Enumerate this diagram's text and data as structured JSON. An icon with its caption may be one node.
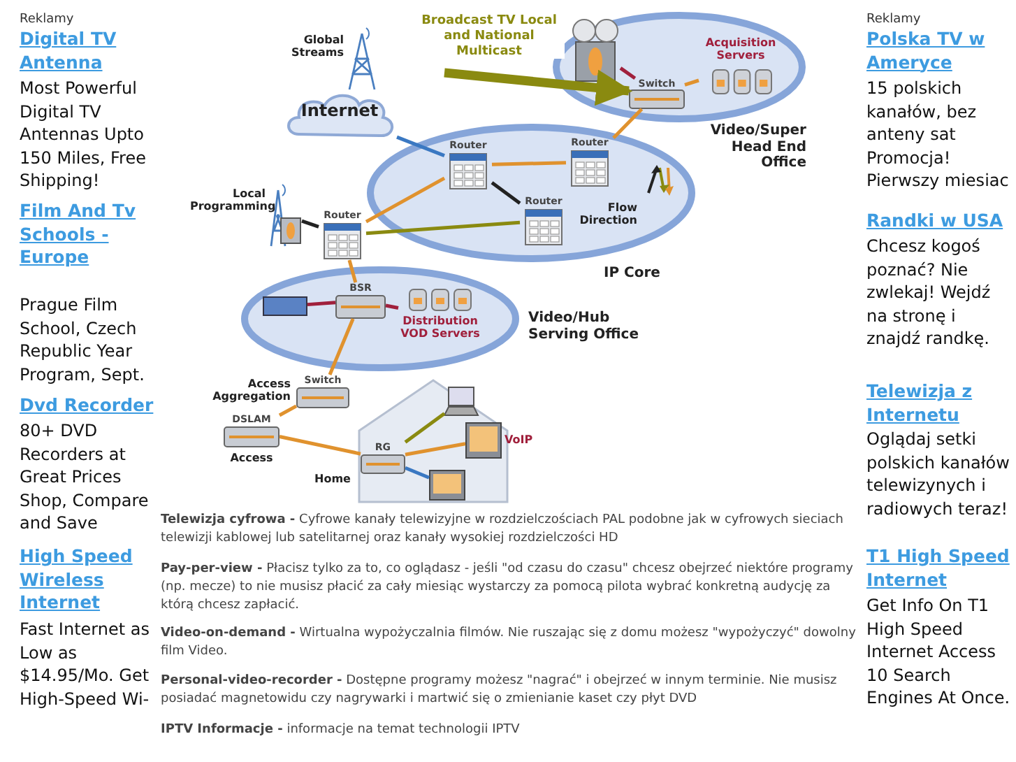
{
  "diagram": {
    "nodes": [
      {
        "text": [
          "Global Streams",
          "Internet"
        ]
      },
      {
        "text": [
          "Video/Super Head End Office"
        ]
      },
      {
        "text": [],
        "shape": "picture",
        "in": 1
      },
      {
        "text": [
          "Switch"
        ],
        "in": 1
      },
      {
        "text": [
          "Acquisition Servers"
        ],
        "in": 1
      },
      {
        "text": [
          "IP Core"
        ]
      },
      {
        "text": [
          "Router"
        ],
        "in": 5
      },
      {
        "text": [
          "Router"
        ],
        "in": 5
      },
      {
        "text": [
          "Router"
        ],
        "in": 5
      },
      {
        "text": [
          "Router"
        ]
      },
      {
        "text": [],
        "shape": "picture",
        "beside": [
          "Local Programming"
        ]
      },
      {
        "text": [
          "Video/Hub Serving Office"
        ]
      },
      {
        "text": [],
        "shape": "box",
        "in": 11
      },
      {
        "text": [
          "BSR"
        ],
        "in": 11
      },
      {
        "text": [
          "Distribution VOD Servers"
        ],
        "in": 11
      },
      {
        "text": [
          "Switch"
        ],
        "beside": [
          "Access Aggregation"
        ]
      },
      {
        "text": [
          "DSLAM"
        ],
        "beside": [
          "Access"
        ]
      },
      {
        "text": [],
        "shape": "picture",
        "beside": [
          "Home"
        ]
      },
      {
        "text": [
          "RG"
        ],
        "in": 17
      },
      {
        "text": [],
        "shape": "picture",
        "in": 17
      },
      {
        "text": [],
        "shape": "picture",
        "in": 17,
        "beside": [
          "VoIP"
        ]
      },
      {
        "text": [],
        "shape": "picture",
        "in": 17
      }
    ],
    "edges": [
      {
        "from": 0,
        "to": 6,
        "arrow": "none",
        "color": "#3a78c2"
      },
      {
        "from": 2,
        "to": 3,
        "arrow": "none",
        "color": "#a0203c"
      },
      {
        "from": 3,
        "to": 4,
        "arrow": "none"
      },
      {
        "from": null,
        "to": 3,
        "arrow": "to",
        "label": "Broadcast TV Local and National Multicast",
        "style": "thick",
        "color": "#8a8a10"
      },
      {
        "from": 3,
        "to": 7,
        "arrow": "none"
      },
      {
        "from": 6,
        "to": 7,
        "arrow": "none"
      },
      {
        "from": 6,
        "to": 8,
        "arrow": "none",
        "color": "#222222"
      },
      {
        "from": 6,
        "to": 9,
        "arrow": "none"
      },
      {
        "from": 9,
        "to": 8,
        "arrow": "none",
        "color": "#8a8a10"
      },
      {
        "from": 10,
        "to": 9,
        "arrow": "none",
        "color": "#222222"
      },
      {
        "from": 9,
        "to": 13,
        "arrow": "none"
      },
      {
        "from": 12,
        "to": 13,
        "arrow": "none",
        "color": "#a0203c"
      },
      {
        "from": 13,
        "to": 14,
        "arrow": "none",
        "color": "#a0203c"
      },
      {
        "from": 13,
        "to": 15,
        "arrow": "none"
      },
      {
        "from": 15,
        "to": 16,
        "arrow": "none"
      },
      {
        "from": 16,
        "to": 18,
        "arrow": "none"
      },
      {
        "from": 18,
        "to": 19,
        "arrow": "none",
        "color": "#8a8a10"
      },
      {
        "from": 18,
        "to": 20,
        "arrow": "none"
      },
      {
        "from": 18,
        "to": 21,
        "arrow": "none",
        "color": "#3a78c2"
      }
    ],
    "labels": [
      "Reklamy",
      "Digital TV Antenna",
      "Most Powerful Digital TV Antennas Upto 150 Miles, Free Shipping!",
      "Film And Tv Schools - Europe",
      "Prague Film School, Czech Republic Year Program, Sept.",
      "Dvd Recorder",
      "80+ DVD Recorders at Great Prices Shop, Compare and Save",
      "High Speed Wireless Internet",
      "Fast Internet as Low as $14.95/Mo. Get High-Speed Wi-",
      "Flow Direction",
      "**Telewizja cyfrowa -** Cyfrowe kanały telewizyjne w rozdzielczościach PAL podobne jak w cyfrowych sieciach telewizji kablowej lub satelitarnej oraz kanały wysokiej rozdzielczości HD",
      "**Pay-per-view -** Płacisz tylko za to, co oglądasz - jeśli \"od czasu do czasu\" chcesz obejrzeć niektóre programy (np. mecze) to nie musisz płacić za cały miesiąc wystarczy za pomocą pilota wybrać konkretną audycję za którą chcesz zapłacić.",
      "**Video-on-demand -** Wirtualna wypożyczalnia filmów. Nie ruszając się z domu możesz \"wypożyczyć\" dowolny film Video.",
      "**Personal-video-recorder -** Dostępne programy możesz \"nagrać\" i obejrzeć w innym terminie. Nie musisz posiadać magnetowidu czy nagrywarki i martwić się o zmienianie kaset czy płyt DVD",
      "**IPTV Informacje -** informacje na temat technologii IPTV",
      "Reklamy",
      "Polska TV w Ameryce",
      "15 polskich kanałów, bez anteny sat Promocja! Pierwszy miesiac",
      "Randki w USA",
      "Chcesz kogoś poznać? Nie zwlekaj! Wejdź na stronę i znajdź randkę.",
      "Telewizja z Internetu",
      "Oglądaj setki polskich kanałów telewizynych i radiowych teraz!",
      "T1 High Speed Internet",
      "Get Info On T1 High Speed Internet Access 10 Search Engines At Once."
    ]
  }
}
